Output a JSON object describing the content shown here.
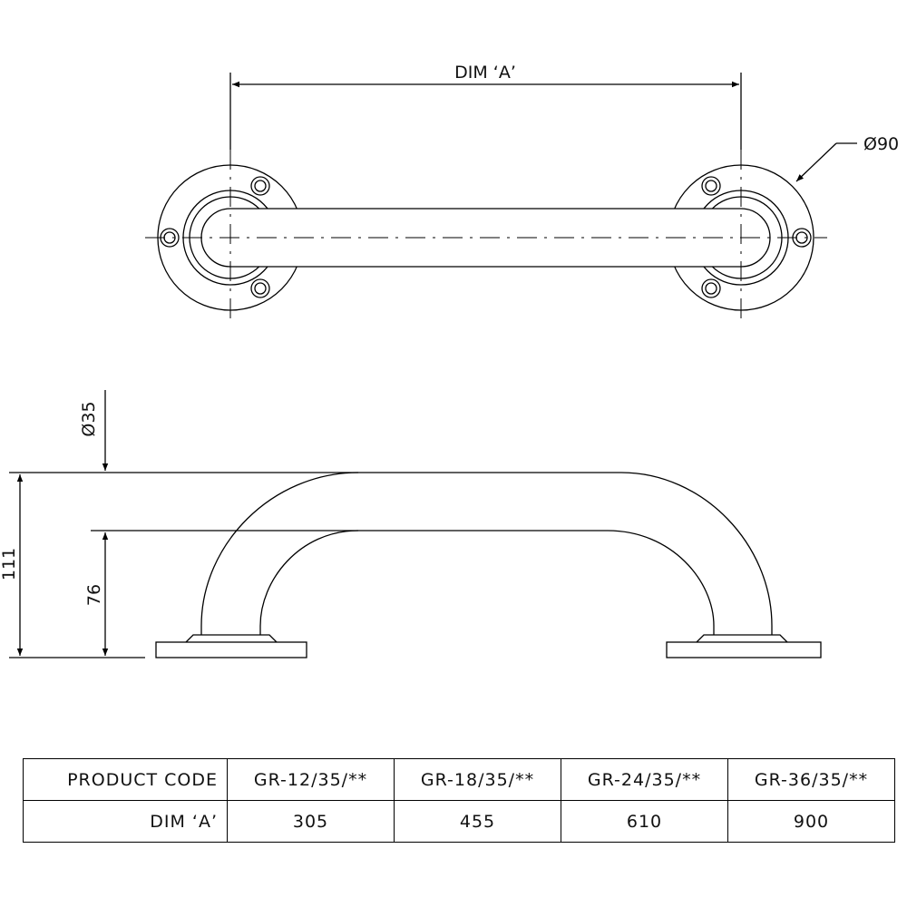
{
  "plan_view": {
    "dim_label": "DIM ‘A’",
    "diameter_label": "Ø90"
  },
  "side_view": {
    "tube_diameter_label": "Ø35",
    "height_overall": "111",
    "height_inner": "76"
  },
  "table": {
    "headers": [
      "PRODUCT CODE",
      "GR-12/35/**",
      "GR-18/35/**",
      "GR-24/35/**",
      "GR-36/35/**"
    ],
    "row": [
      "DIM ‘A’",
      "305",
      "455",
      "610",
      "900"
    ]
  }
}
